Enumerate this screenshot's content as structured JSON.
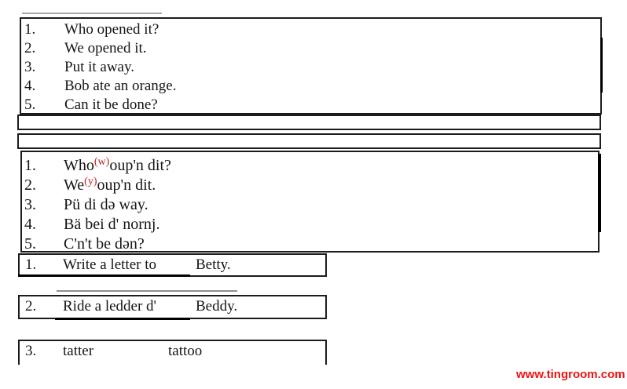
{
  "colors": {
    "background": "#ffffff",
    "text": "#151515",
    "border": "#1c1c1c",
    "superscript_red": "#bf2126",
    "watermark_red": "#ec1313"
  },
  "english_box": {
    "items": [
      {
        "num": "1.",
        "text": "Who opened it?"
      },
      {
        "num": "2.",
        "text": "We opened it."
      },
      {
        "num": "3.",
        "text": "Put it away."
      },
      {
        "num": "4.",
        "text": "Bob ate an orange."
      },
      {
        "num": "5.",
        "text": "Can it be done?"
      }
    ]
  },
  "phonetic_box": {
    "items": [
      {
        "num": "1.",
        "pre": "Who",
        "sup": "(w)",
        "post": "oup'n dit?"
      },
      {
        "num": "2.",
        "pre": "We",
        "sup": "(y)",
        "post": "oup'n dit."
      },
      {
        "num": "3.",
        "pre": "Pü di də way.",
        "sup": "",
        "post": ""
      },
      {
        "num": "4.",
        "pre": "Bä bei d' nornj.",
        "sup": "",
        "post": ""
      },
      {
        "num": "5.",
        "pre": "C'n't be dən?",
        "sup": "",
        "post": ""
      }
    ]
  },
  "pair_boxes": [
    {
      "num": "1.",
      "left": "Write a letter to",
      "right": "Betty."
    },
    {
      "num": "2.",
      "left": "Ride a ledder d'",
      "right": "Beddy."
    },
    {
      "num": "3.",
      "left": "tatter",
      "right": "tattoo"
    }
  ],
  "watermark": {
    "text": "www.tingroom.com"
  }
}
